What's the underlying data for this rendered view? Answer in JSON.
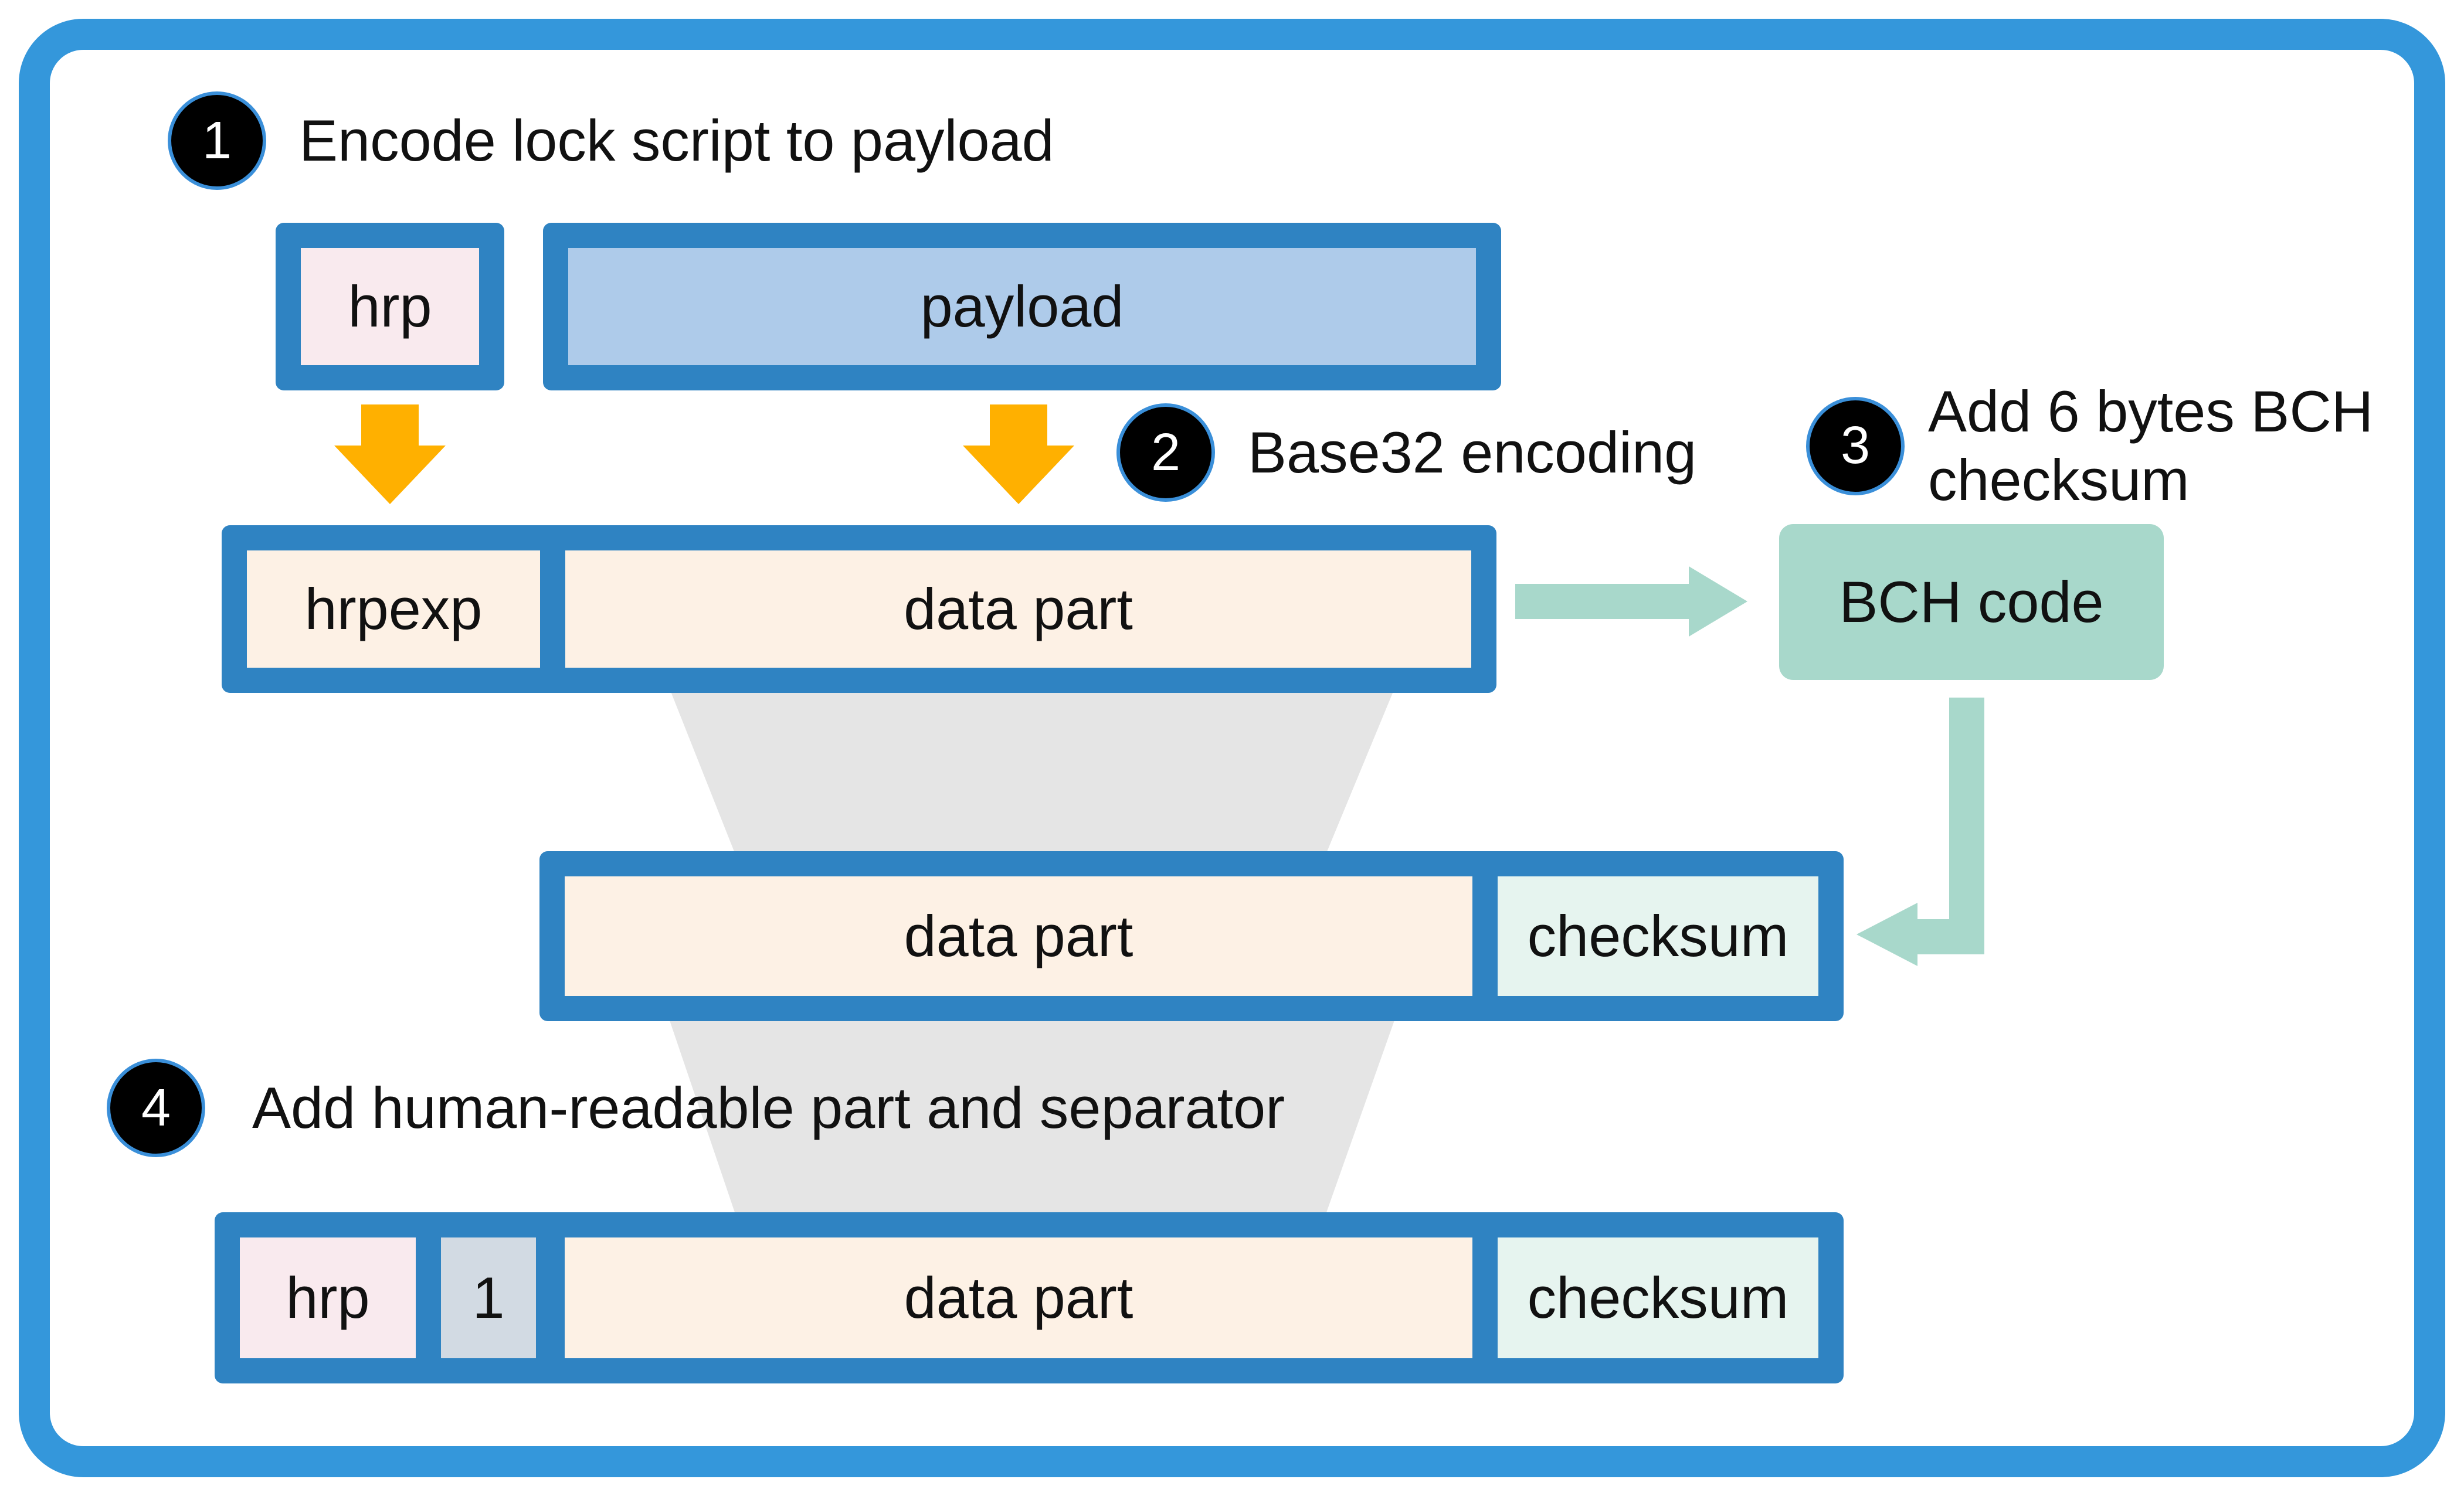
{
  "steps": {
    "s1": {
      "number": "1",
      "label": "Encode lock script to payload"
    },
    "s2": {
      "number": "2",
      "label": "Base32 encoding"
    },
    "s3": {
      "number": "3",
      "label_line1": "Add 6 bytes BCH",
      "label_line2": "checksum"
    },
    "s4": {
      "number": "4",
      "label": "Add human-readable part and separator"
    }
  },
  "row1": {
    "hrp": "hrp",
    "payload": "payload"
  },
  "row2": {
    "hrpexp": "hrpexp",
    "data_part": "data part"
  },
  "bch": {
    "label": "BCH code"
  },
  "row3": {
    "data_part": "data part",
    "checksum": "checksum"
  },
  "row4": {
    "hrp": "hrp",
    "separator": "1",
    "data_part": "data part",
    "checksum": "checksum"
  },
  "colors": {
    "frame": "#3497db",
    "bar_border": "#2f83c2",
    "hrp_fill": "#f9eaee",
    "payload_fill": "#aecbea",
    "data_fill": "#fdf1e5",
    "checksum_fill": "#e6f4ef",
    "separator_fill": "#d2dae3",
    "bch_fill": "#a8d8cb",
    "down_arrow": "#ffb000",
    "green_arrow": "#a8d8cb",
    "funnel": "#e5e5e5"
  }
}
